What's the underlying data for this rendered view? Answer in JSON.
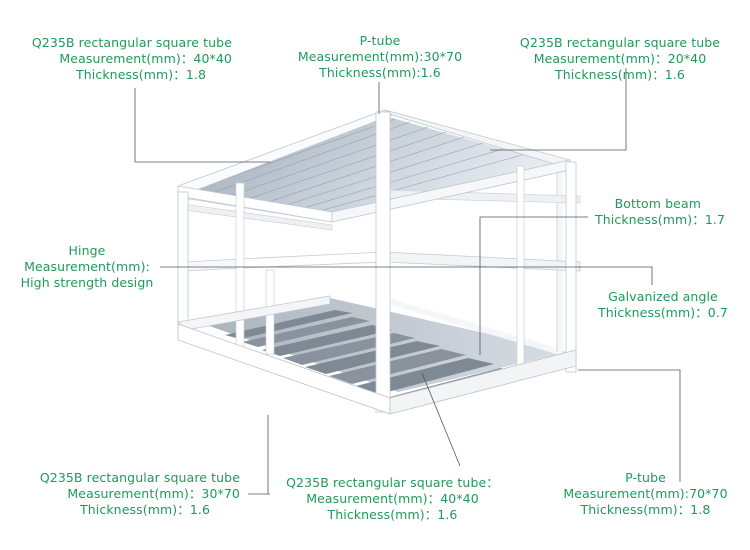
{
  "accent_color": "#1f9a5a",
  "callouts": {
    "top_left": {
      "name": "Q235B rectangular square tube",
      "measurement": "Measurement(mm)：40*40",
      "thickness": "Thickness(mm)：1.8"
    },
    "top_center": {
      "name": "P-tube",
      "measurement": "Measurement(mm):30*70",
      "thickness": "Thickness(mm):1.6"
    },
    "top_right": {
      "name": "Q235B rectangular square tube",
      "measurement": "Measurement(mm)：20*40",
      "thickness": "Thickness(mm)：1.6"
    },
    "bottom_beam": {
      "name": "Bottom beam",
      "thickness": "Thickness(mm)：1.7"
    },
    "hinge": {
      "name": "Hinge",
      "measurement": "Measurement(mm):",
      "detail": "High strength design"
    },
    "galvanized_angle": {
      "name": "Galvanized angle",
      "thickness": "Thickness(mm)：0.7"
    },
    "bottom_left": {
      "name": "Q235B rectangular square tube",
      "measurement": "Measurement(mm)：30*70",
      "thickness": "Thickness(mm)：1.6"
    },
    "bottom_center": {
      "name": "Q235B rectangular square tube：",
      "measurement": "Measurement(mm)：40*40",
      "thickness": "Thickness(mm)：1.6"
    },
    "bottom_right": {
      "name": "P-tube",
      "measurement": "Measurement(mm):70*70",
      "thickness": "Thickness(mm)：1.8"
    }
  }
}
